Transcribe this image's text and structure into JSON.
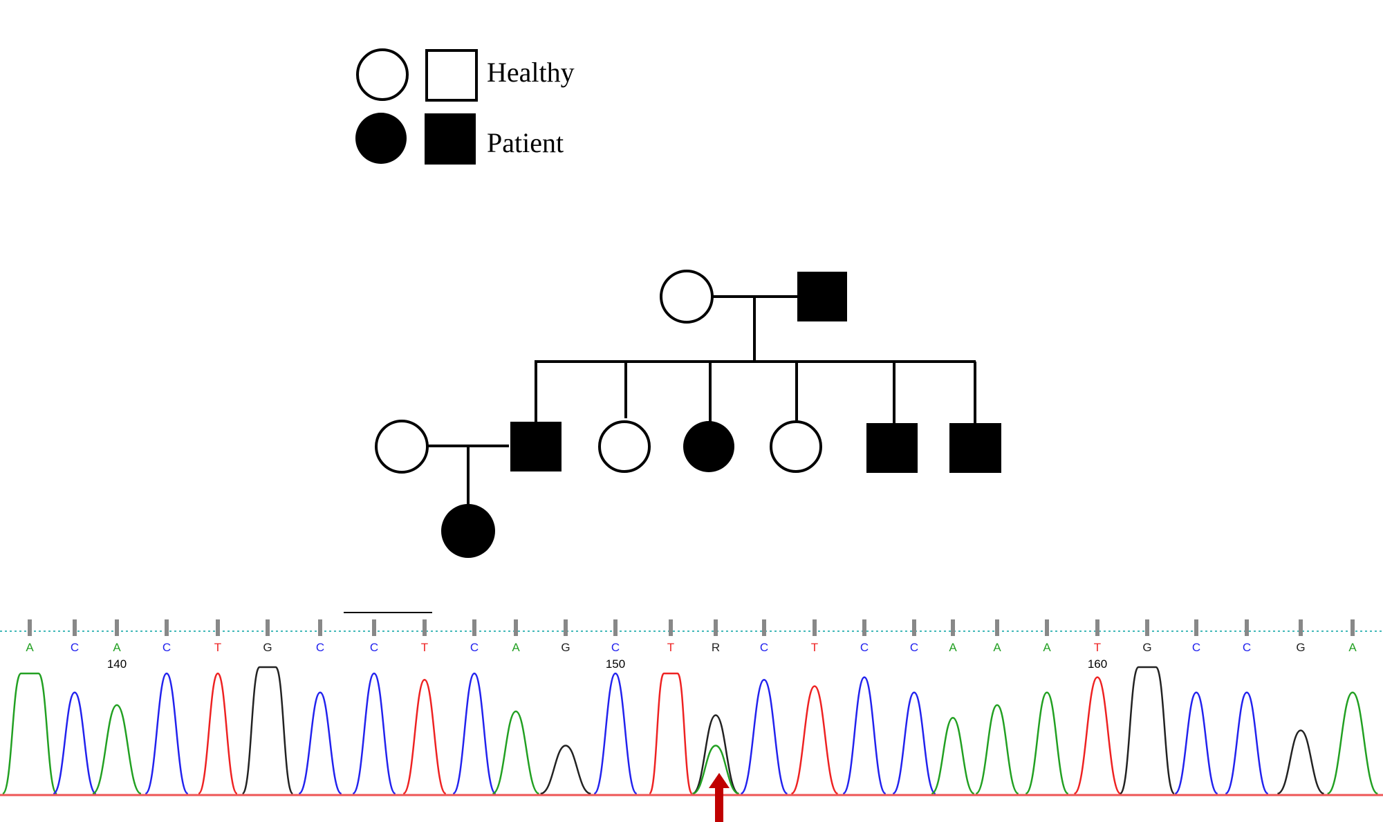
{
  "legend": {
    "healthy_label": "Healthy",
    "patient_label": "Patient"
  },
  "pedigree": {
    "generation1": [
      {
        "sex": "female",
        "status": "healthy"
      },
      {
        "sex": "male",
        "status": "patient"
      }
    ],
    "generation2": [
      {
        "sex": "female",
        "status": "healthy",
        "relation": "spouse"
      },
      {
        "sex": "male",
        "status": "patient"
      },
      {
        "sex": "female",
        "status": "healthy"
      },
      {
        "sex": "female",
        "status": "patient"
      },
      {
        "sex": "female",
        "status": "healthy"
      },
      {
        "sex": "male",
        "status": "patient"
      },
      {
        "sex": "male",
        "status": "patient"
      }
    ],
    "generation3": [
      {
        "sex": "female",
        "status": "patient"
      }
    ]
  },
  "chromatogram": {
    "sequence": [
      "A",
      "C",
      "A",
      "C",
      "T",
      "G",
      "C",
      "C",
      "T",
      "C",
      "A",
      "G",
      "C",
      "T",
      "R",
      "C",
      "T",
      "C",
      "C",
      "A",
      "A",
      "A",
      "T",
      "G",
      "C",
      "C",
      "G",
      "A"
    ],
    "position_labels": [
      {
        "text": "140",
        "index": 2
      },
      {
        "text": "150",
        "index": 12
      },
      {
        "text": "160",
        "index": 22
      }
    ],
    "variant_index": 14,
    "colors": {
      "A": "#22a022",
      "C": "#2222ee",
      "G": "#222222",
      "T": "#ee2222",
      "R": "#222222",
      "arrow": "#c00000",
      "dotted_line": "#40b8b8",
      "tick": "#888888"
    }
  }
}
